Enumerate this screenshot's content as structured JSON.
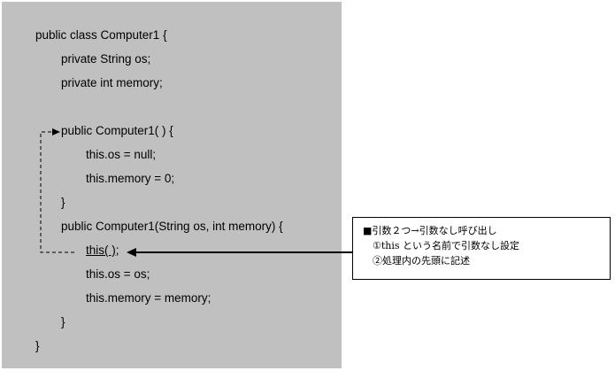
{
  "code": {
    "lines": [
      "public class Computer1 {",
      "private String os;",
      "private int memory;",
      "public Computer1( ) {",
      "this.os = null;",
      "this.memory = 0;",
      "}",
      "public Computer1(String os, int memory) {",
      "this( );",
      "this.os = os;",
      "this.memory = memory;",
      "}",
      "}"
    ]
  },
  "callout": {
    "title": "■引数２つ→引数なし呼び出し",
    "items": [
      "①this という名前で引数なし設定",
      "②処理内の先頭に記述"
    ]
  }
}
